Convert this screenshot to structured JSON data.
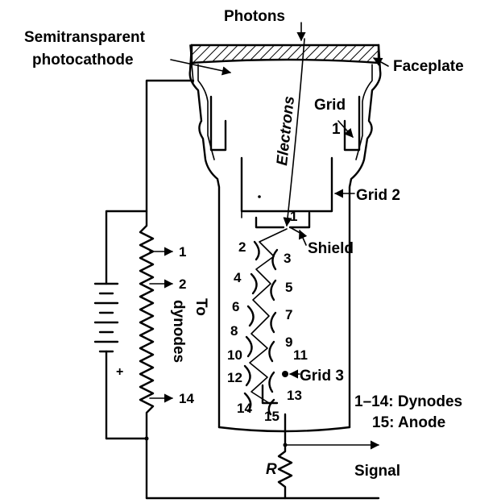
{
  "labels": {
    "photons": "Photons",
    "photocathode_l1": "Semitransparent",
    "photocathode_l2": "photocathode",
    "faceplate": "Faceplate",
    "electrons": "Electrons",
    "grid1_word": "Grid",
    "grid1_num": "1",
    "grid2": "Grid 2",
    "shield": "Shield",
    "grid3": "Grid 3",
    "to": "To",
    "dynodes_vertical": "dynodes",
    "tap_1": "1",
    "tap_2": "2",
    "tap_14": "14",
    "resistor": "R",
    "signal": "Signal",
    "legend_dynodes": "1–14: Dynodes",
    "legend_anode": "15: Anode",
    "battery_plus": "+"
  },
  "dynodes": [
    "1",
    "2",
    "3",
    "4",
    "5",
    "6",
    "7",
    "8",
    "9",
    "10",
    "11",
    "12",
    "13",
    "14",
    "15"
  ]
}
